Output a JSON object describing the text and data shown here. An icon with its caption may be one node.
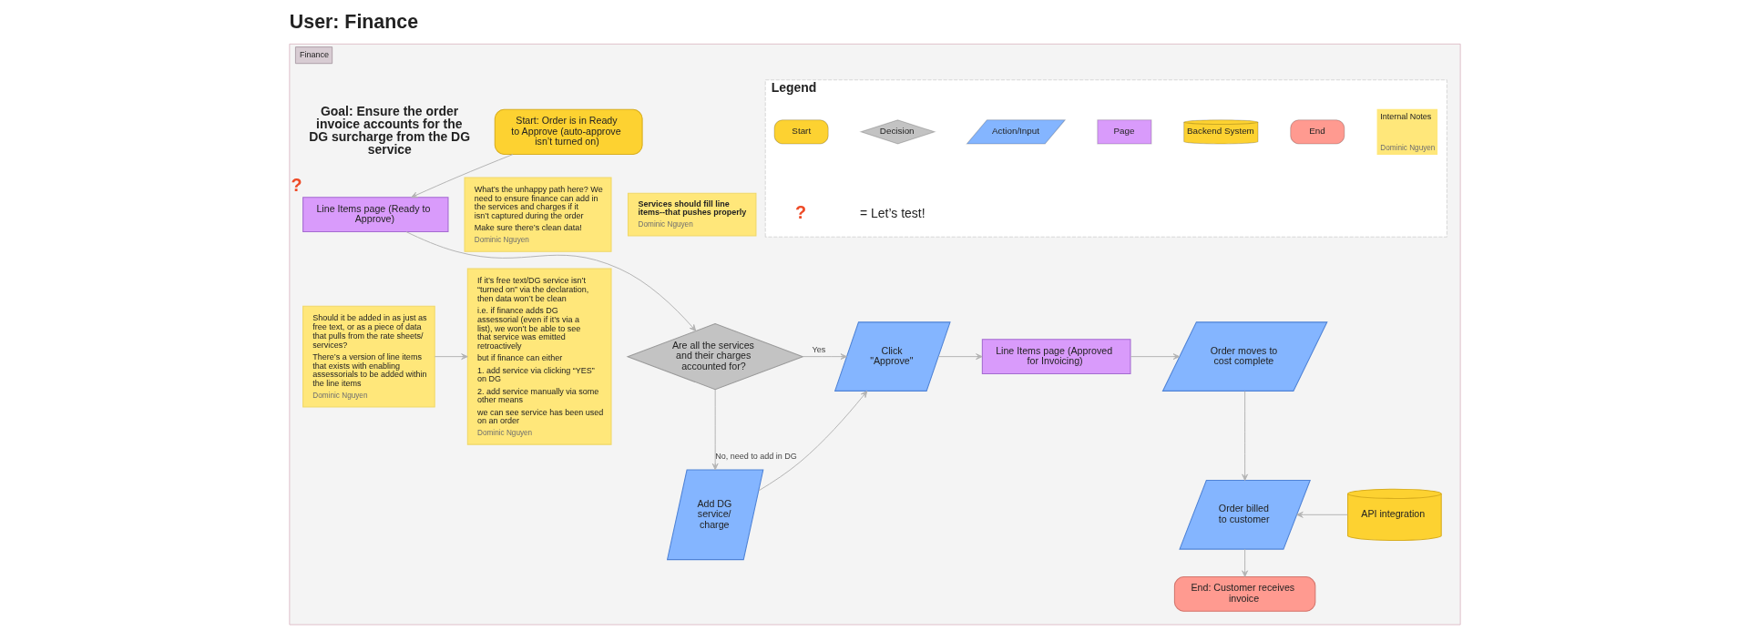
{
  "diagram": {
    "title": "User: Finance",
    "nodes": [
      {
        "text": [
          "Finance"
        ]
      },
      {
        "text": [
          "Start: Order is in Ready to Approve (auto-approve isn’t turned on)"
        ],
        "in": 0
      },
      {
        "text": [
          "Line Items page (Ready to Approve)"
        ],
        "in": 0,
        "beside": [
          "?"
        ]
      },
      {
        "text": [
          "What’s the unhappy path here? We need to ensure finance can add in the services and charges if it isn’t captured during the order",
          "Make sure there’s clean data!",
          "Dominic Nguyen"
        ],
        "in": 0
      },
      {
        "text": [
          "Services should fill line items--that pushes properly",
          "Dominic Nguyen"
        ],
        "in": 0
      },
      {
        "text": [
          "Are all the services and their charges accounted for?"
        ],
        "in": 0
      },
      {
        "text": [
          "Click \"Approve\""
        ],
        "in": 0
      },
      {
        "text": [
          "Line Items page (Approved for Invoicing)"
        ],
        "in": 0
      },
      {
        "text": [
          "Order moves to cost complete"
        ],
        "in": 0
      },
      {
        "text": [
          "Should it be added in as just as free text, or as a piece of data that pulls from the rate sheets/ services?",
          "There’s a version of line items that exists with enabling assessorials to be added within the line items",
          "Dominic Nguyen"
        ],
        "in": 0
      },
      {
        "text": [
          "If it’s free text/DG service isn’t “turned on” via the declaration, then data won’t be clean",
          "i.e. if finance adds DG assessorial (even if it’s via a list), we won’t be able to see that service was emitted retroactively",
          "but if finance can either",
          "1. add service via clicking “YES” on DG",
          "2. add service manually via some other means",
          "we can see service has been used on an order",
          "Dominic Nguyen"
        ],
        "in": 0
      },
      {
        "text": [
          "Add DG service/ charge"
        ],
        "in": 0
      },
      {
        "text": [
          "Order billed to customer"
        ],
        "in": 0
      },
      {
        "text": [
          "API integration"
        ],
        "in": 0
      },
      {
        "text": [
          "End: Customer receives invoice"
        ],
        "in": 0
      },
      {
        "text": [
          "Legend"
        ],
        "in": 0
      }
    ],
    "edges": [
      {
        "from": 1,
        "to": 2,
        "arrow": "to"
      },
      {
        "from": 2,
        "to": 5,
        "arrow": "to"
      },
      {
        "from": 5,
        "to": 6,
        "arrow": "to",
        "label": "Yes"
      },
      {
        "from": 5,
        "to": 11,
        "arrow": "to",
        "label": "No, need to add in DG"
      },
      {
        "from": 11,
        "to": 6,
        "arrow": "to"
      },
      {
        "from": 6,
        "to": 7,
        "arrow": "to"
      },
      {
        "from": 7,
        "to": 8,
        "arrow": "to"
      },
      {
        "from": 8,
        "to": 12,
        "arrow": "to"
      },
      {
        "from": 13,
        "to": 12,
        "arrow": "to"
      },
      {
        "from": 12,
        "to": 14,
        "arrow": "to"
      },
      {
        "from": 9,
        "to": 10,
        "arrow": "to"
      }
    ],
    "labels": [
      "Goal: Ensure the order invoice accounts for the DG surcharge from the DG service",
      "Dominic Nguyen",
      "?"
    ],
    "legend": [
      {
        "text": "Start",
        "color": "#fdd231"
      },
      {
        "text": "Decision",
        "color": "#c3c3c3"
      },
      {
        "text": "Action/Input",
        "color": "#84b5ff"
      },
      {
        "text": "Page",
        "color": "#d99bfb"
      },
      {
        "text": "Backend System",
        "color": "#fdd231"
      },
      {
        "text": "End",
        "color": "#ff9a90"
      },
      {
        "text": "Internal Notes",
        "color": "#ffe77a"
      },
      {
        "text": "= Let’s test!"
      }
    ]
  }
}
